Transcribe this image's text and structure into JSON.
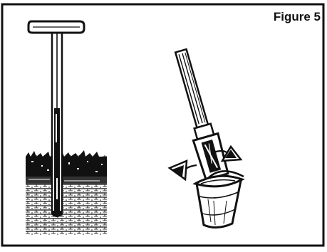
{
  "figure": {
    "label": "Figure 5"
  },
  "illustrations": {
    "left": "soil-probe-in-ground",
    "right": "probe-emptied-into-bucket"
  },
  "colors": {
    "ink": "#111111",
    "paper": "#ffffff"
  }
}
